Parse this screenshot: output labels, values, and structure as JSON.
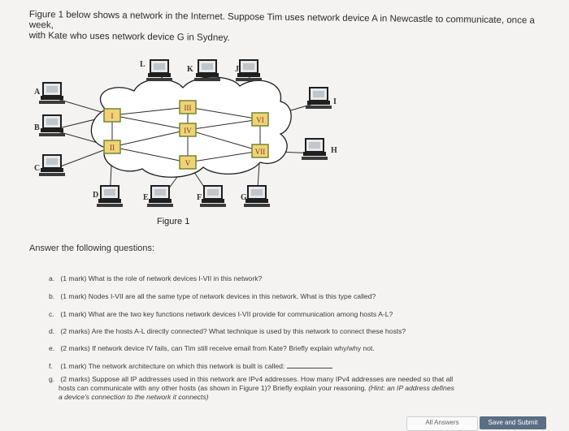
{
  "intro": {
    "line1": "Figure 1 below shows a network in the Internet. Suppose Tim uses network device A in Newcastle to communicate, once a week,",
    "line2": "with Kate who uses network device G in Sydney."
  },
  "figure": {
    "caption": "Figure 1",
    "hosts": [
      "A",
      "B",
      "C",
      "D",
      "E",
      "F",
      "G",
      "H",
      "I",
      "J",
      "K",
      "L"
    ],
    "devices": [
      "I",
      "II",
      "III",
      "IV",
      "V",
      "VI",
      "VII"
    ],
    "colors": {
      "cloud": "#ffffff",
      "device_fill": "#f1d27a",
      "device_border": "#6e8a2a",
      "wire": "#2c2c2c"
    }
  },
  "instructions": "Answer the following questions:",
  "questions": {
    "a": {
      "letter": "a.",
      "text": "(1 mark) What is the role of network devices I-VII in this network?"
    },
    "b": {
      "letter": "b.",
      "text": "(1 mark) Nodes I-VII are all the same type of network devices in this network. What is this type called?"
    },
    "c": {
      "letter": "c.",
      "text": "(1 mark) What are the two key functions network devices I-VII provide for communication among hosts A-L?"
    },
    "d": {
      "letter": "d.",
      "text": "(2 marks) Are the hosts A-L directly connected? What technique is used by this network to connect these hosts?"
    },
    "e": {
      "letter": "e.",
      "text": "(2 marks) If network device IV fails, can Tim still receive email from Kate? Briefly explain why/why not."
    },
    "f": {
      "letter": "f.",
      "text": "(1 mark) The network architecture on which this network is built is called:"
    },
    "g": {
      "letter": "g.",
      "line1": "(2 marks) Suppose all IP addresses used in this network are IPv4 addresses. How many IPv4 addresses are needed so that all",
      "line2a": "hosts can communicate with any other hosts (as shown in Figure 1)? Briefly explain your reasoning.",
      "line2b": "(Hint: an IP address defines",
      "line3": "a device's connection to the network it connects)"
    }
  },
  "buttons": {
    "all_answers": "All Answers",
    "save_submit": "Save and Submit"
  }
}
